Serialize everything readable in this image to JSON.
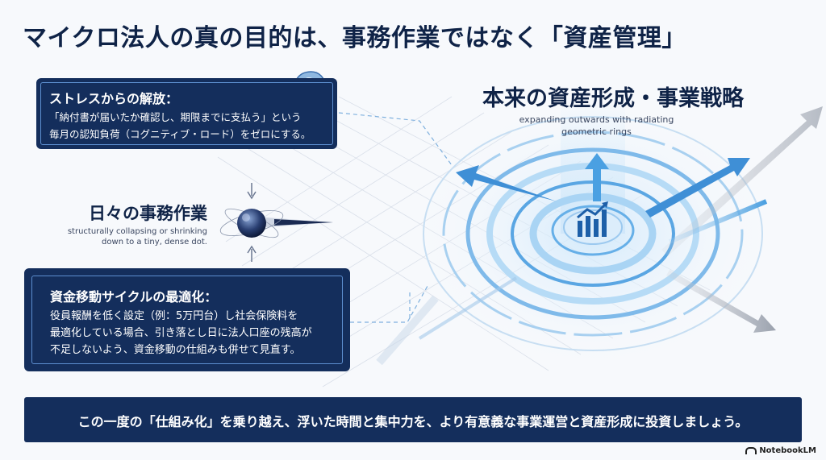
{
  "title": "マイクロ法人の真の目的は、事務作業ではなく「資産管理」",
  "stress_box": {
    "title": "ストレスからの解放：",
    "lines": [
      "「納付書が届いたか確認し、期限までに支払う」という",
      "毎月の認知負荷（コグニティブ・ロード）をゼロにする。"
    ],
    "icon": "brain-check-icon"
  },
  "daily_work": {
    "title": "日々の事務作業",
    "subtitle_lines": [
      "structurally collapsing or shrinking",
      "down to a tiny, dense dot."
    ],
    "icon": "collapsing-sphere-icon"
  },
  "cycle_box": {
    "title": "資金移動サイクルの最適化：",
    "lines": [
      "役員報酬を低く設定（例：5万円台）し社会保険料を",
      "最適化している場合、引き落とし日に法人口座の残高が",
      "不足しないよう、資金移動の仕組みも併せて見直す。"
    ]
  },
  "strategy": {
    "title": "本来の資産形成・事業戦略",
    "subtitle_lines": [
      "expanding outwards with radiating",
      "geometric rings"
    ],
    "icon": "growth-chart-icon"
  },
  "bottom_banner": "この一度の「仕組み化」を乗り越え、浮いた時間と集中力を、より有意義な事業運営と資産形成に投資しましょう。",
  "brand": "NotebookLM",
  "colors": {
    "navy": "#142e5c",
    "accent_blue": "#4a9fe0",
    "light_blue": "#b9dcf5",
    "background": "#f7f9fc"
  }
}
